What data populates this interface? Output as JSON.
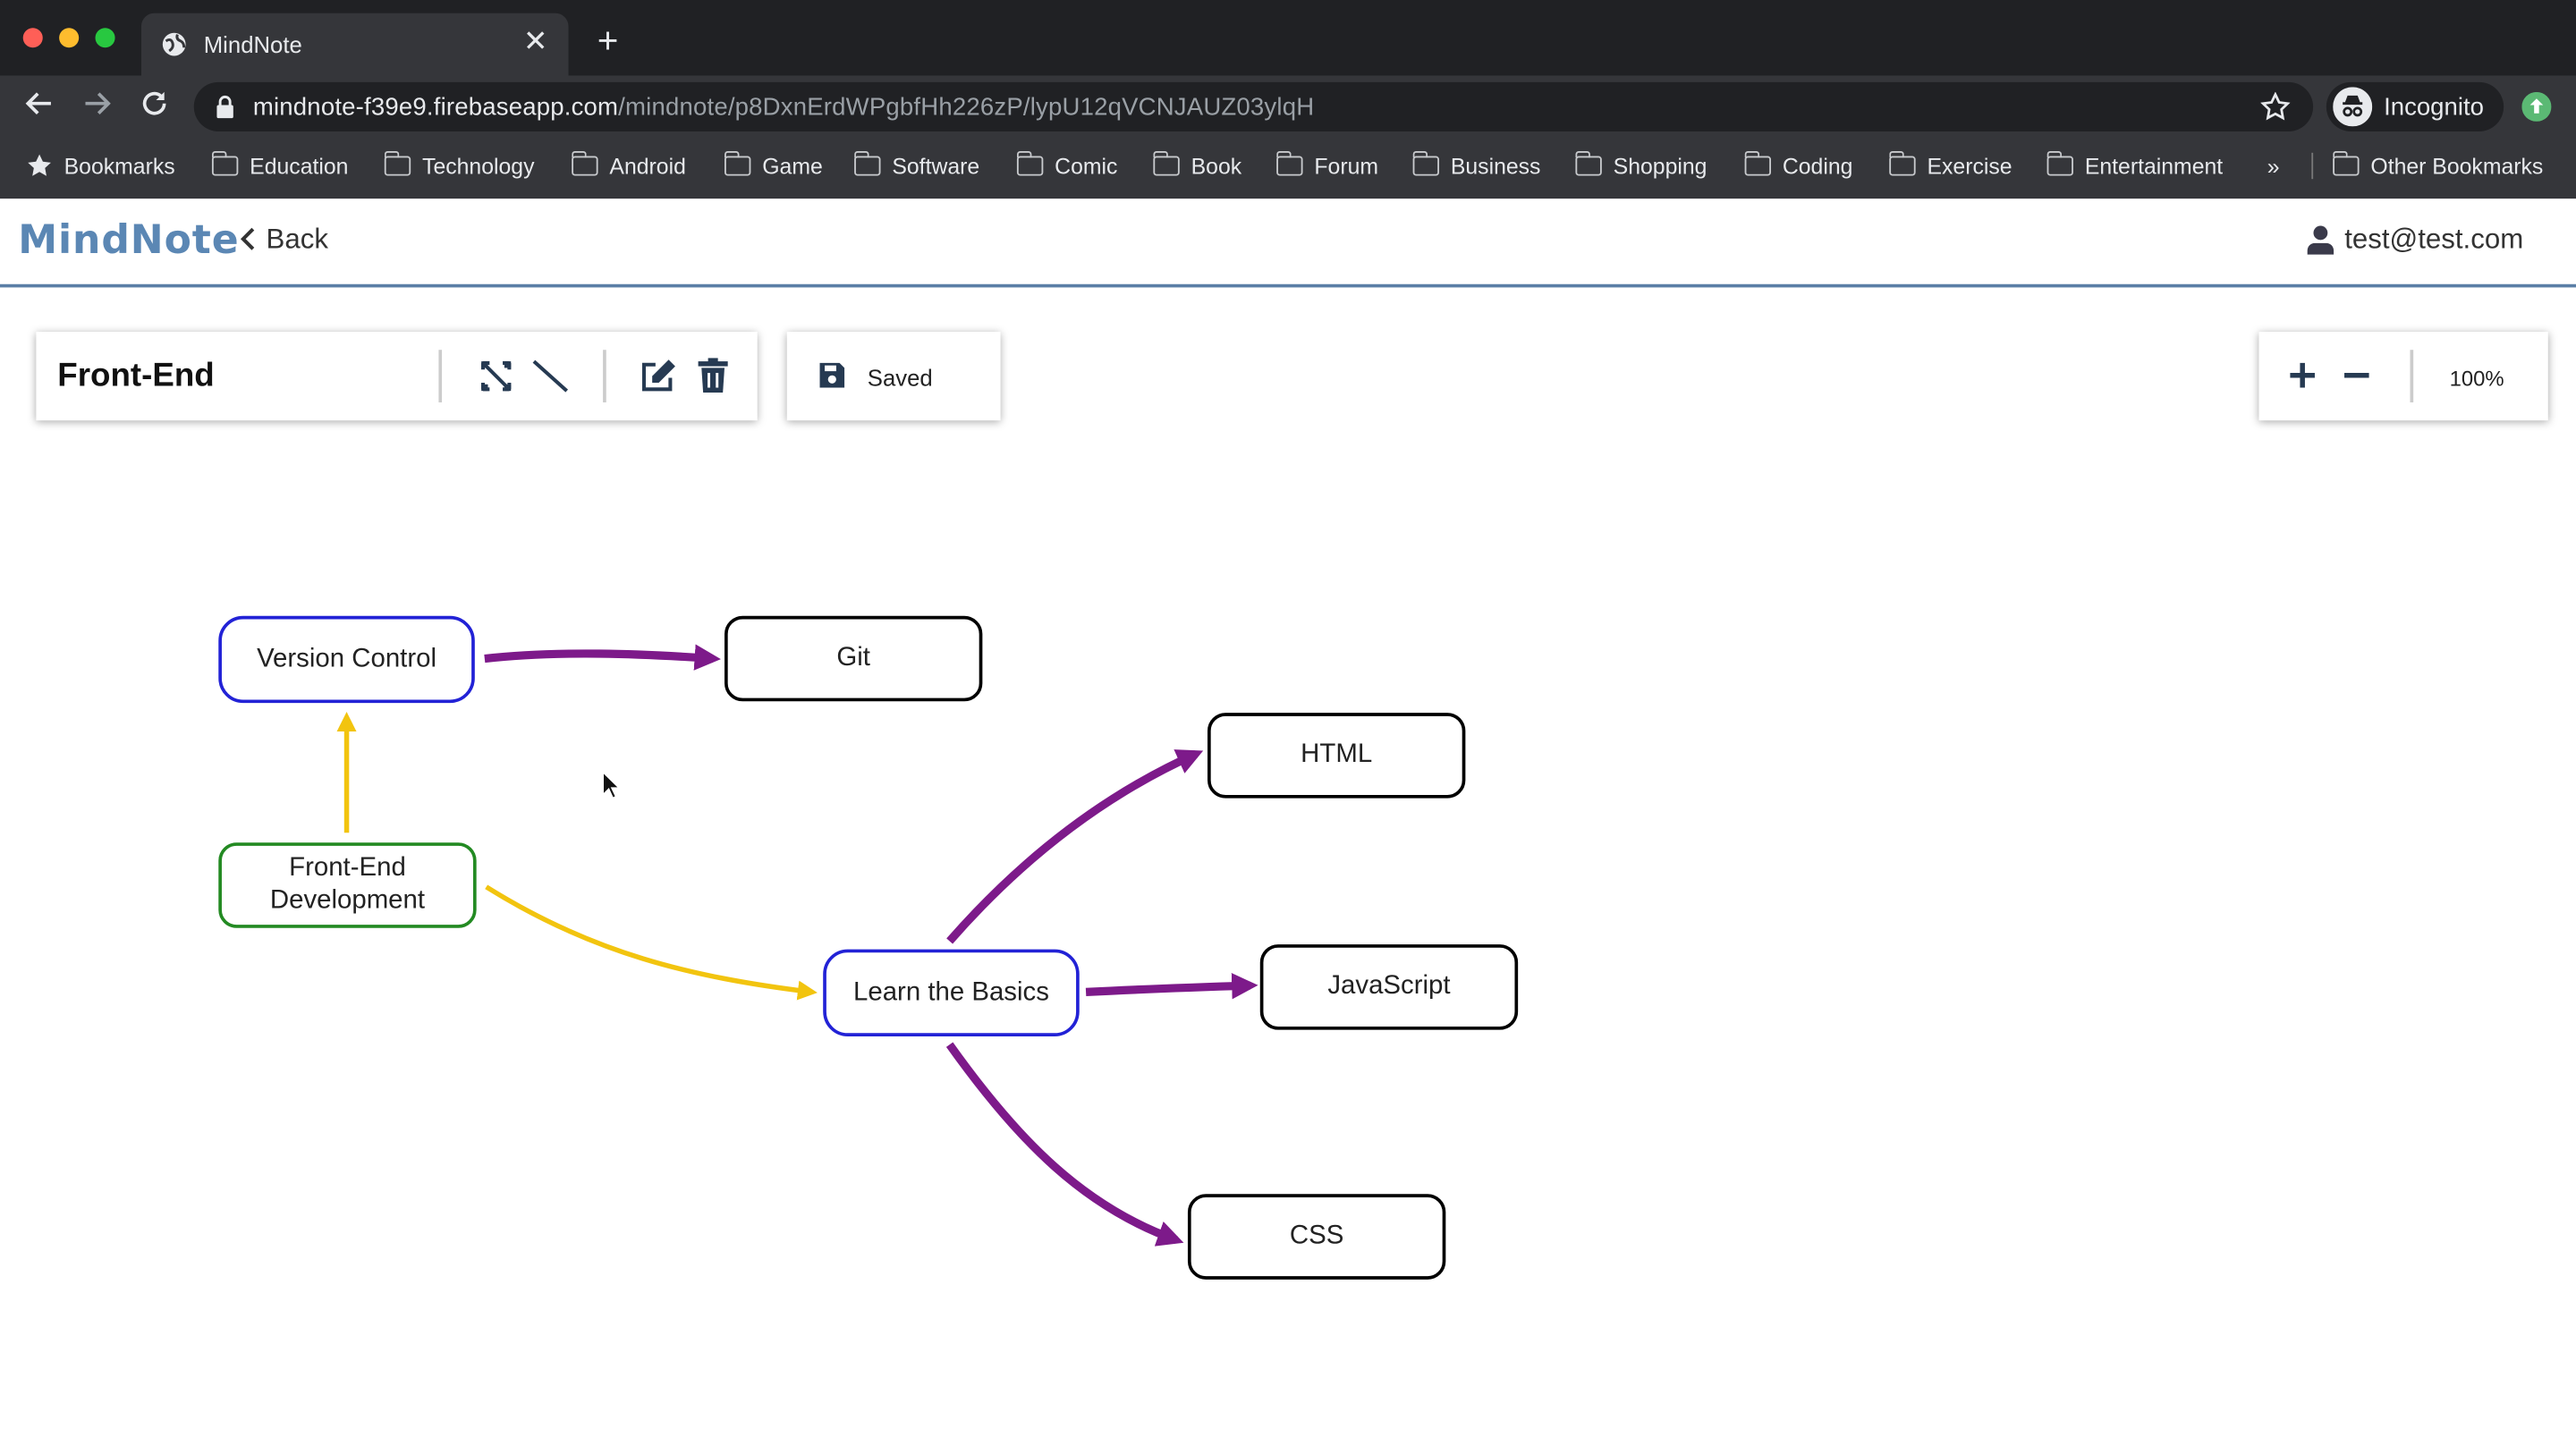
{
  "browser": {
    "tab_title": "MindNote",
    "url_host": "mindnote-f39e9.firebaseapp.com",
    "url_path": "/mindnote/p8DxnErdWPgbfHh226zP/lypU12qVCNJAUZ03ylqH",
    "profile_label": "Incognito",
    "bookmarks_star_label": "Bookmarks",
    "bookmark_folders": [
      "Education",
      "Technology",
      "Android",
      "Game",
      "Software",
      "Comic",
      "Book",
      "Forum",
      "Business",
      "Shopping",
      "Coding",
      "Exercise",
      "Entertainment"
    ],
    "more_label": "»",
    "other_bookmarks": "Other Bookmarks"
  },
  "app": {
    "logo": "MindNote",
    "back_label": "Back",
    "user_email": "test@test.com"
  },
  "toolbar": {
    "document_title": "Front-End",
    "save_status": "Saved",
    "zoom_level": "100%"
  },
  "mindmap": {
    "nodes": {
      "version_control": "Version Control",
      "git": "Git",
      "front_end_development": "Front-End\nDevelopment",
      "learn_the_basics": "Learn the Basics",
      "html": "HTML",
      "javascript": "JavaScript",
      "css": "CSS"
    },
    "colors": {
      "primary_edge": "#7d1a8a",
      "secondary_edge": "#f2c40f",
      "root_border": "#238a22",
      "branch_border": "#2222d6",
      "leaf_border": "#000000"
    }
  }
}
